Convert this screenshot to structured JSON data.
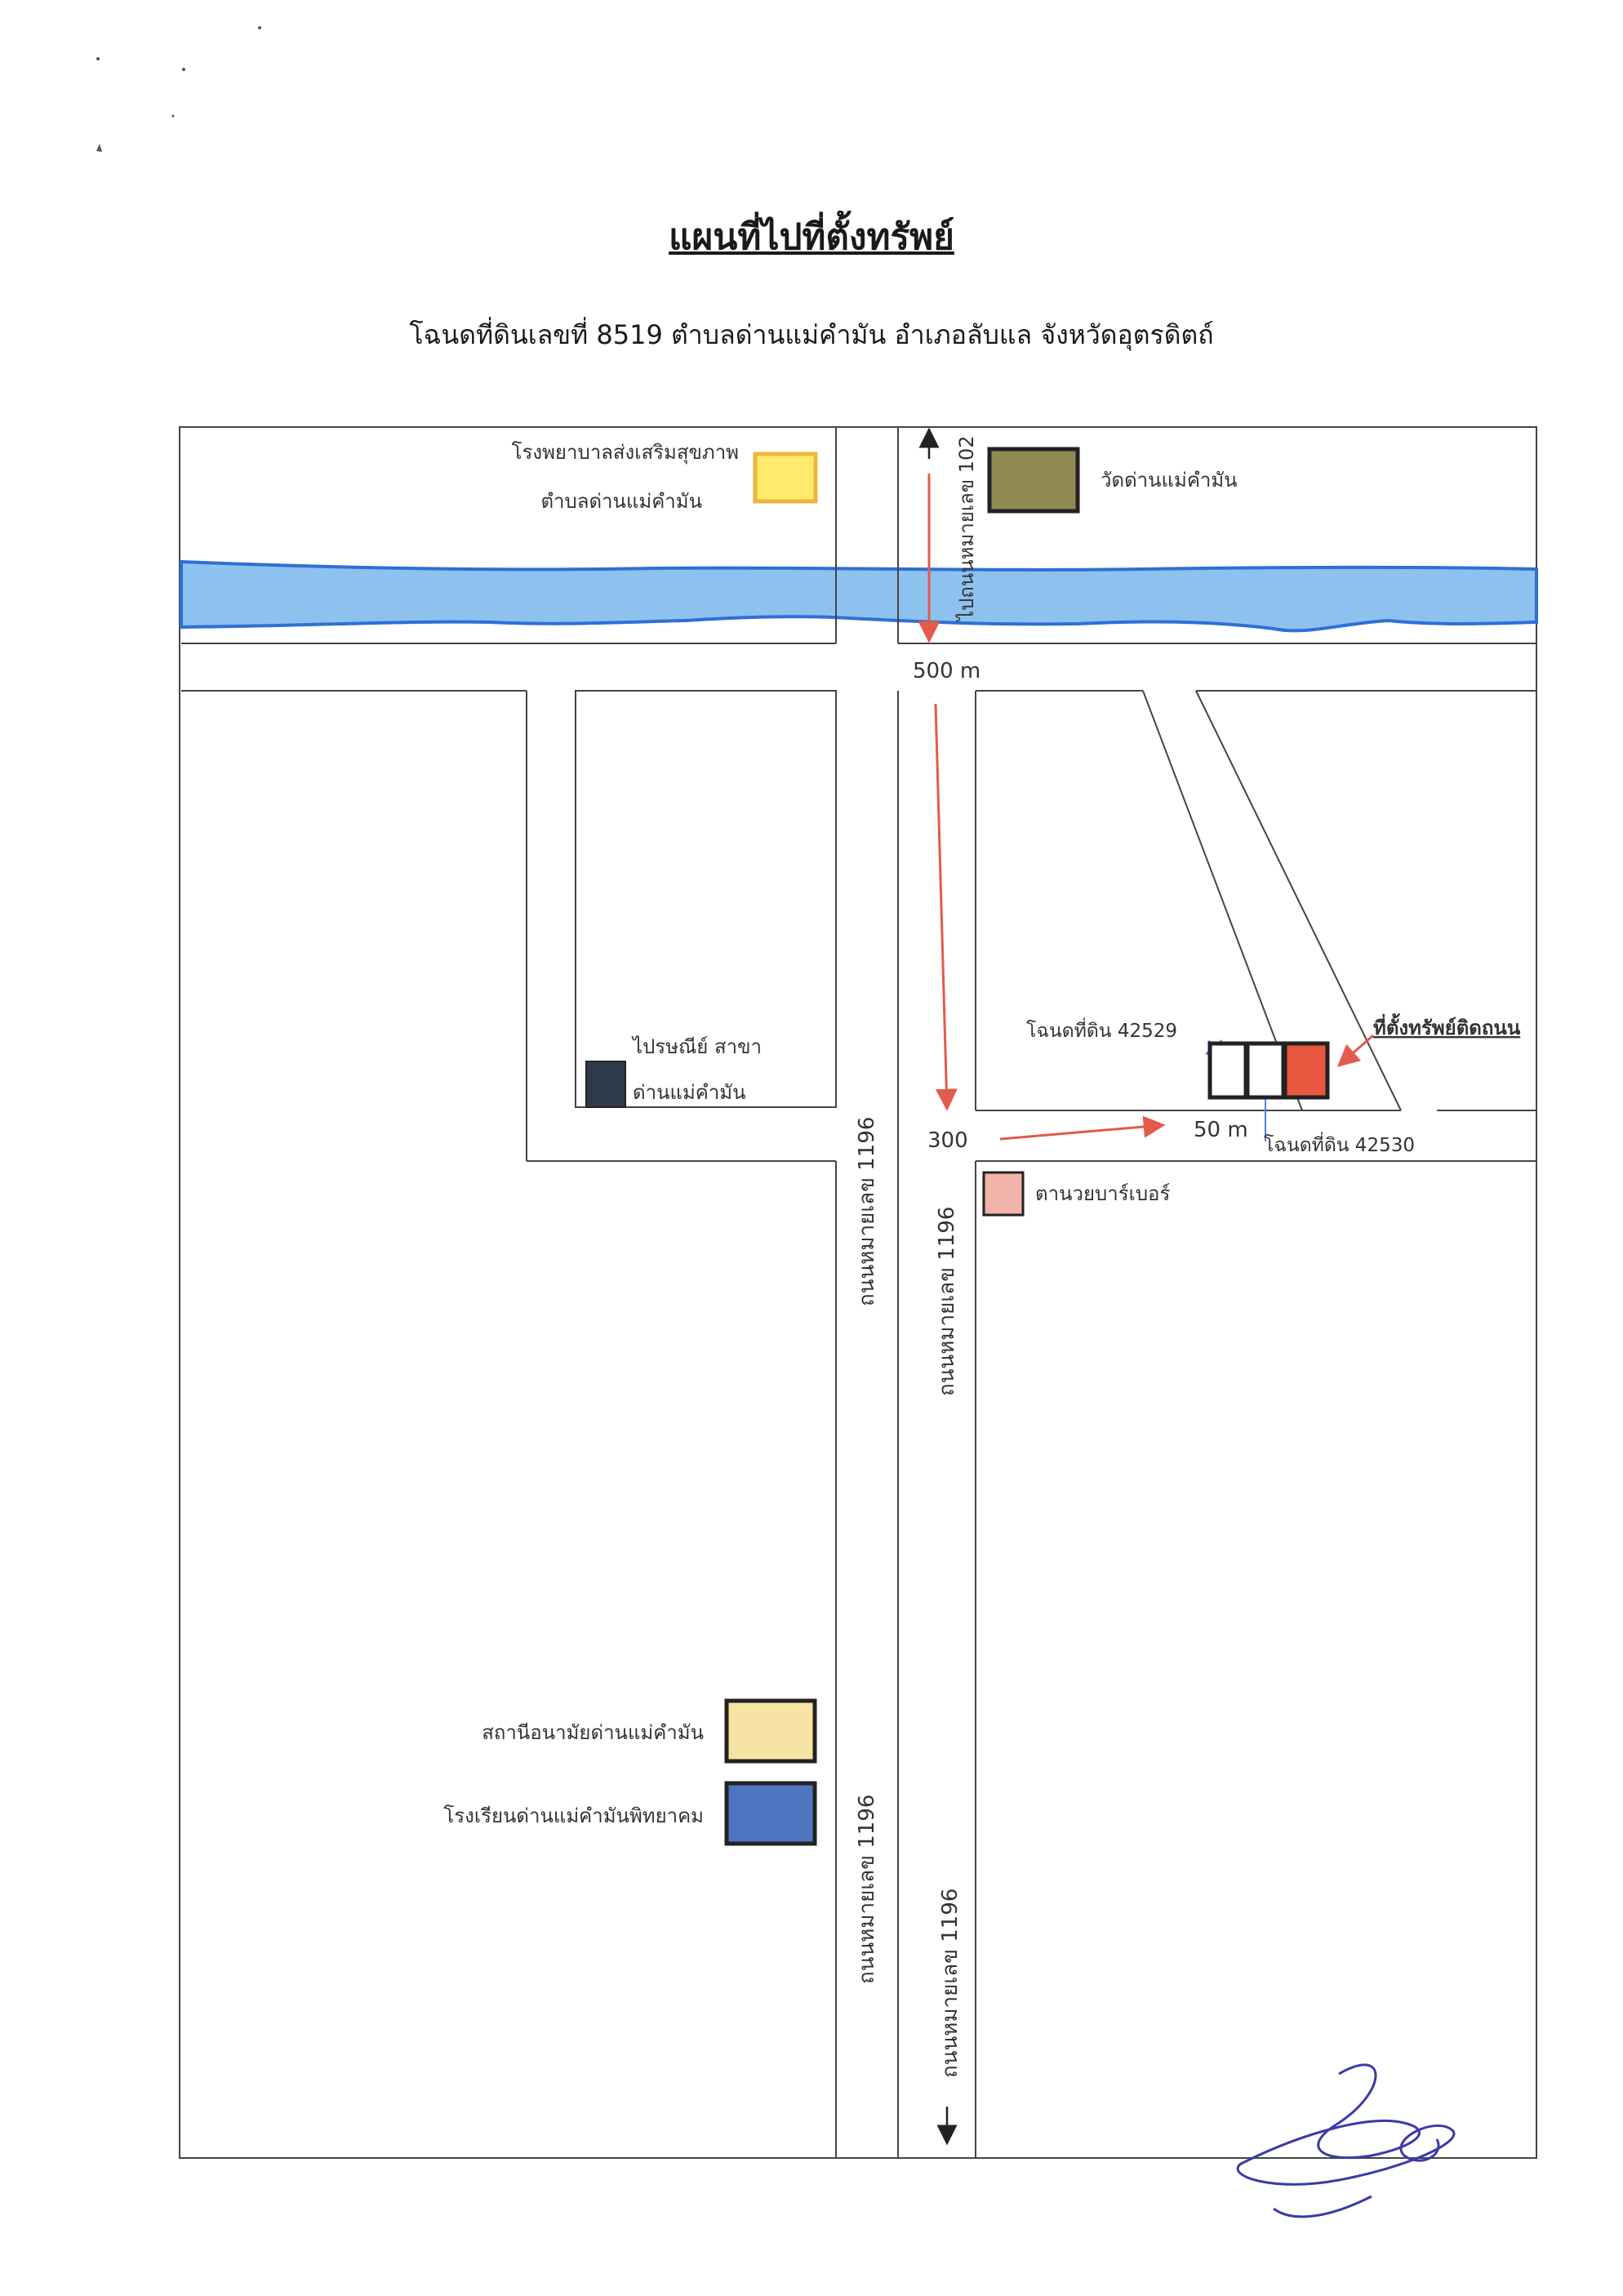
{
  "header": {
    "title": "แผนที่ไปที่ตั้งทรัพย์",
    "subtitle": "โฉนดที่ดินเลขที่ 8519 ตำบลด่านแม่คำมัน อำเภอลับแล จังหวัดอุตรดิตถ์"
  },
  "roads": {
    "road_102": "ไปถนนหมายเลข 102",
    "road_1196": "ถนนหมายเลข 1196"
  },
  "distances": {
    "d500": "500 m",
    "d300": "300",
    "d50": "50 m"
  },
  "landmarks": {
    "hospital_line1": "โรงพยาบาลส่งเสริมสุขภาพ",
    "hospital_line2": "ตำบลด่านแม่คำมัน",
    "temple": "วัดด่านแม่คำมัน",
    "post_line1": "ไปรษณีย์ สาขา",
    "post_line2": "ด่านแม่คำมัน",
    "barber": "ตานวยบาร์เบอร์",
    "health_station": "สถานีอนามัยด่านแม่คำมัน",
    "school": "โรงเรียนด่านแม่คำมันพิทยาคม"
  },
  "parcels": {
    "deed_42529": "โฉนดที่ดิน 42529",
    "deed_42530": "โฉนดที่ดิน 42530",
    "property_label": "ที่ตั้งทรัพย์ติดถนน"
  },
  "colors": {
    "river": "#8ec2ee",
    "river_edge": "#2f6fd6",
    "route_arrow": "#e25b4b",
    "pointer_blue": "#4d86d9",
    "hospital": "#ffeb6e",
    "hospital_border": "#f0b43c",
    "temple": "#8e8a52",
    "post": "#2f3a4a",
    "barber": "#f2b3a9",
    "health_station": "#f7e3a3",
    "school": "#4f74c0",
    "property": "#e8573f",
    "signature": "#3a3aa8"
  },
  "icons": {
    "north_arrow": "arrow-up-icon",
    "south_arrow": "arrow-down-icon"
  }
}
